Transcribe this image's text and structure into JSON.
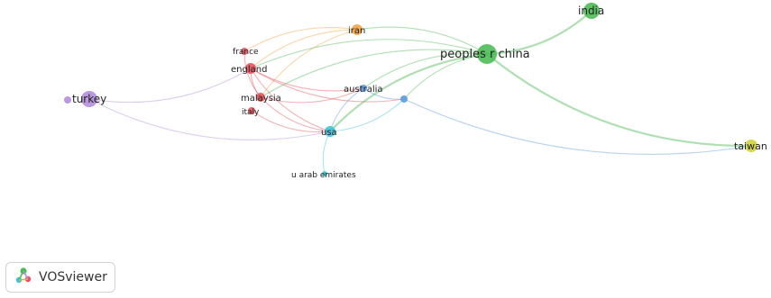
{
  "network": {
    "nodes": [
      {
        "id": "india",
        "label": "india",
        "cluster": "green"
      },
      {
        "id": "china",
        "label": "peoples r china",
        "cluster": "green"
      },
      {
        "id": "iran",
        "label": "iran",
        "cluster": "orange"
      },
      {
        "id": "taiwan",
        "label": "taiwan",
        "cluster": "yellow"
      },
      {
        "id": "turkey",
        "label": "turkey",
        "cluster": "purple"
      },
      {
        "id": "turkey2",
        "label": "",
        "cluster": "purple"
      },
      {
        "id": "france",
        "label": "france",
        "cluster": "red"
      },
      {
        "id": "england",
        "label": "england",
        "cluster": "red"
      },
      {
        "id": "malaysia",
        "label": "malaysia",
        "cluster": "red"
      },
      {
        "id": "italy",
        "label": "italy",
        "cluster": "red"
      },
      {
        "id": "australia",
        "label": "australia",
        "cluster": "blue"
      },
      {
        "id": "bluenode",
        "label": "",
        "cluster": "blue"
      },
      {
        "id": "usa",
        "label": "usa",
        "cluster": "cyan"
      },
      {
        "id": "uae",
        "label": "u arab emirates",
        "cluster": "cyan"
      }
    ],
    "links": [
      [
        "china",
        "india"
      ],
      [
        "china",
        "taiwan"
      ],
      [
        "china",
        "usa"
      ],
      [
        "china",
        "australia"
      ],
      [
        "china",
        "england"
      ],
      [
        "china",
        "malaysia"
      ],
      [
        "china",
        "iran"
      ],
      [
        "china",
        "bluenode"
      ],
      [
        "iran",
        "england"
      ],
      [
        "iran",
        "malaysia"
      ],
      [
        "iran",
        "france"
      ],
      [
        "turkey",
        "england"
      ],
      [
        "turkey",
        "usa"
      ],
      [
        "england",
        "usa"
      ],
      [
        "england",
        "australia"
      ],
      [
        "england",
        "malaysia"
      ],
      [
        "france",
        "malaysia"
      ],
      [
        "malaysia",
        "usa"
      ],
      [
        "italy",
        "usa"
      ],
      [
        "malaysia",
        "australia"
      ],
      [
        "australia",
        "usa"
      ],
      [
        "usa",
        "uae"
      ],
      [
        "usa",
        "bluenode"
      ],
      [
        "australia",
        "bluenode"
      ],
      [
        "bluenode",
        "taiwan"
      ],
      [
        "england",
        "bluenode"
      ]
    ]
  },
  "colors": {
    "green": "#4dbb57",
    "orange": "#f2a444",
    "yellow": "#cfd33c",
    "purple": "#b48ddc",
    "red": "#e2545c",
    "blue": "#5b9be0",
    "cyan": "#3fc3d9"
  },
  "branding": {
    "logo_icon": "vosviewer-logo-icon",
    "name": "VOSviewer"
  }
}
